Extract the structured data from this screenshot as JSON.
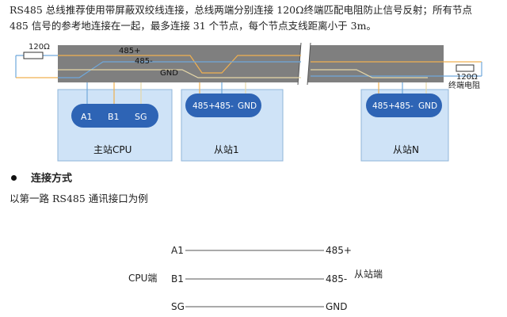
{
  "intro": {
    "line1": "RS485 总线推荐使用带屏蔽双绞线连接，总线两端分别连接 120Ω终端匹配电阻防止信号反射；所有节点",
    "line2": "485 信号的参考地连接在一起，最多连接 31 个节点，每个节点支线距离小于 3m。"
  },
  "diagram": {
    "left_resistor": "120Ω",
    "right_resistor": "120Ω",
    "terminal_label": "终端电阻",
    "bus_lines": {
      "plus": "485+",
      "minus": "485-",
      "gnd": "GND"
    },
    "nodes": [
      {
        "name": "主站CPU",
        "pins": [
          "A1",
          "B1",
          "SG"
        ]
      },
      {
        "name": "从站1",
        "pins": [
          "485+",
          "485-",
          "GND"
        ]
      },
      {
        "name": "从站N",
        "pins": [
          "485+",
          "485-",
          "GND"
        ]
      }
    ],
    "colors": {
      "bus": "#7f7f7f",
      "node_fill": "#cfe3f7",
      "pill_fill": "#2e64b5",
      "line_orange": "#f0b050",
      "line_blue": "#6fa8dc"
    }
  },
  "section": {
    "heading": "连接方式",
    "subtitle": "以第一路 RS485 通讯接口为例"
  },
  "wiring": {
    "left_title": "CPU端",
    "right_title": "从站端",
    "rows": [
      {
        "left": "A1",
        "right": "485+"
      },
      {
        "left": "B1",
        "right": "485-"
      },
      {
        "left": "SG",
        "right": "GND"
      }
    ]
  }
}
